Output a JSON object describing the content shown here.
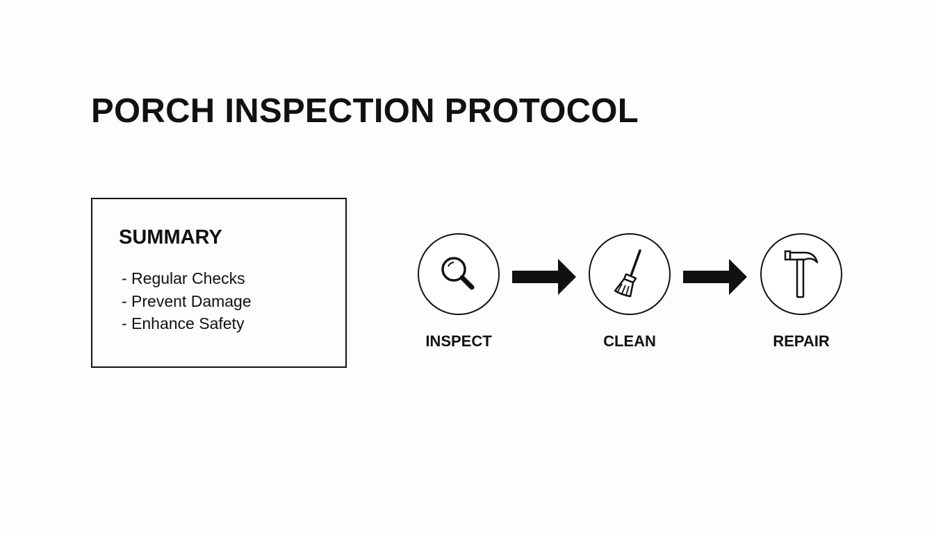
{
  "title": "PORCH INSPECTION PROTOCOL",
  "summary": {
    "heading": "SUMMARY",
    "items": [
      "- Regular Checks",
      "- Prevent Damage",
      "- Enhance Safety"
    ]
  },
  "steps": [
    {
      "label": "INSPECT",
      "icon": "magnifying-glass-icon"
    },
    {
      "label": "CLEAN",
      "icon": "broom-icon"
    },
    {
      "label": "REPAIR",
      "icon": "hammer-icon"
    }
  ],
  "arrows": [
    "arrow-right-icon",
    "arrow-right-icon"
  ]
}
